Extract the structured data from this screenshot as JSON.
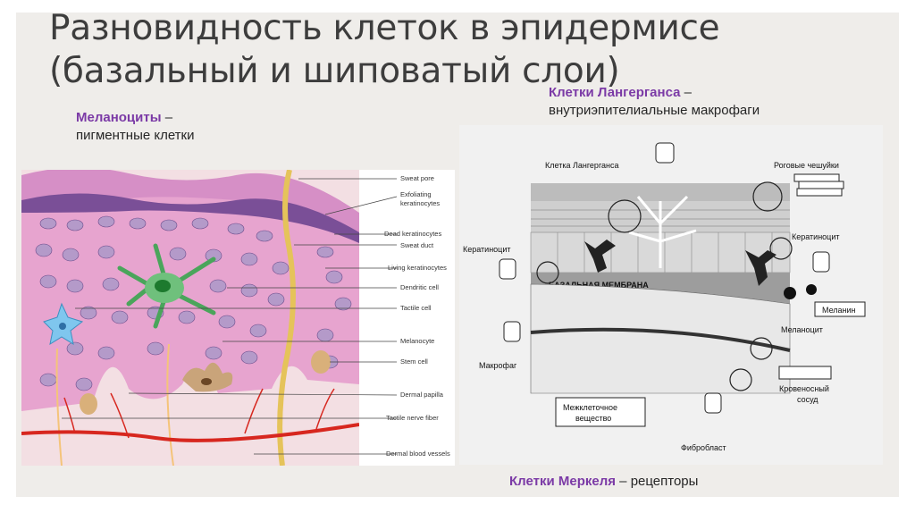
{
  "title": {
    "line1": "Разновидность клеток в эпидермисе",
    "line2": "(базальный и шиповатый слои)"
  },
  "notes": {
    "melanocytes": {
      "term": "Меланоциты",
      "dash": " –",
      "desc": "пигментные клетки"
    },
    "langerhans": {
      "term": "Клетки Лангерганса",
      "dash": " –",
      "desc": "внутриэпителиальные макрофаги"
    },
    "merkel": {
      "term": "Клетки Меркеля",
      "desc": " – рецепторы"
    }
  },
  "left_figure": {
    "labels": [
      "Sweat pore",
      "Exfoliating",
      "keratinocytes",
      "Dead keratinocytes",
      "Sweat duct",
      "Living keratinocytes",
      "Dendritic cell",
      "Tactile cell",
      "Melanocyte",
      "Stem cell",
      "Dermal papilla",
      "Tactile nerve fiber",
      "Dermal blood vessels"
    ]
  },
  "right_figure": {
    "labels": {
      "langerhans": "Клетка Лангерганса",
      "horny": "Роговые чешуйки",
      "keratinocyte_left": "Кератиноцит",
      "keratinocyte_right": "Кератиноцит",
      "membrane": "БАЗАЛЬНАЯ МЕМБРАНА",
      "melanin": "Меланин",
      "melanocyte": "Меланоцит",
      "macrophage": "Макрофаг",
      "blood_vessel_1": "Кровеносный",
      "blood_vessel_2": "сосуд",
      "intercellular_1": "Межклеточное",
      "intercellular_2": "вещество",
      "fibroblast": "Фибробласт"
    }
  },
  "colors": {
    "accent": "#7b3aa6",
    "slide_bg": "#efedea",
    "title": "#3d3d3d"
  }
}
